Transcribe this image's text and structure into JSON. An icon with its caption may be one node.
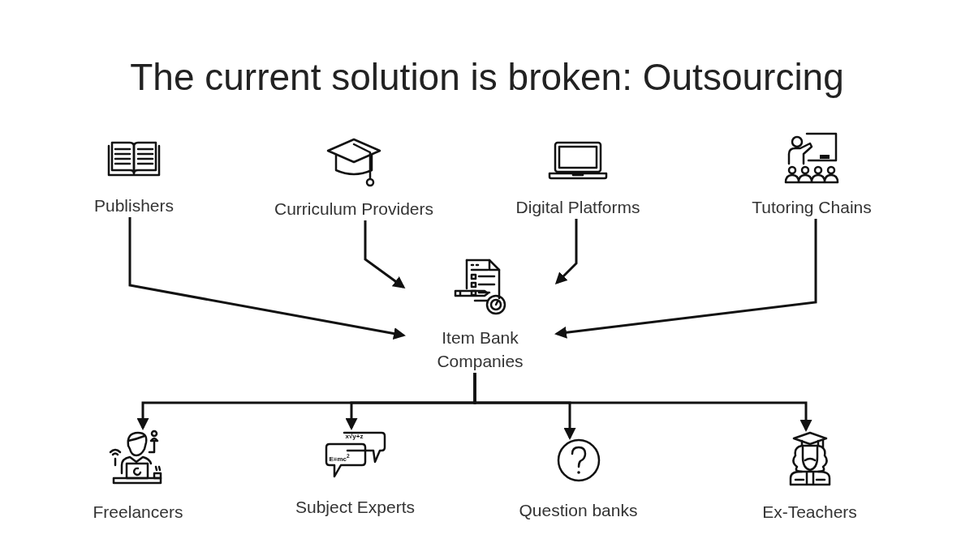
{
  "diagram": {
    "title": "The current solution is broken: Outsourcing",
    "nodes": [
      {
        "text": [
          "Publishers"
        ]
      },
      {
        "text": [
          "Curriculum Providers"
        ]
      },
      {
        "text": [
          "Digital Platforms"
        ]
      },
      {
        "text": [
          "Tutoring Chains"
        ]
      },
      {
        "text": [
          "Item Bank Companies"
        ]
      },
      {
        "text": [
          "Freelancers"
        ]
      },
      {
        "text": [
          "Subject Experts"
        ]
      },
      {
        "text": [
          "Question banks"
        ]
      },
      {
        "text": [
          "Ex-Teachers"
        ]
      }
    ],
    "edges": [
      {
        "from": 0,
        "to": 4,
        "arrow": "to"
      },
      {
        "from": 1,
        "to": 4,
        "arrow": "to"
      },
      {
        "from": 2,
        "to": 4,
        "arrow": "to"
      },
      {
        "from": 3,
        "to": 4,
        "arrow": "to"
      },
      {
        "from": 4,
        "to": 5,
        "arrow": "to"
      },
      {
        "from": 4,
        "to": 6,
        "arrow": "to"
      },
      {
        "from": 4,
        "to": 7,
        "arrow": "to"
      },
      {
        "from": 4,
        "to": 8,
        "arrow": "to"
      }
    ],
    "labels": [
      "x√y+z",
      "E=mc$^{2}$"
    ]
  }
}
